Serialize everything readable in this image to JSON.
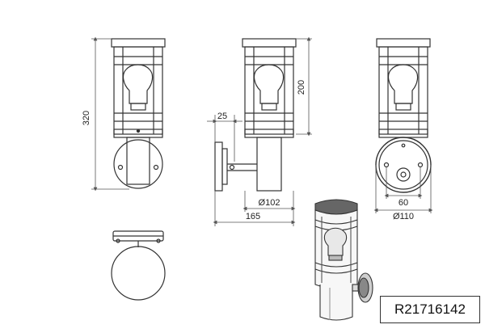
{
  "dimensions": {
    "height_total": "320",
    "height_head": "200",
    "offset_25": "25",
    "diameter_102": "Ø102",
    "depth_165": "165",
    "spacing_60": "60",
    "diameter_110": "Ø110"
  },
  "product_code": "R21716142",
  "colors": {
    "line": "#333333",
    "dim_line": "#555555",
    "background": "#ffffff"
  }
}
